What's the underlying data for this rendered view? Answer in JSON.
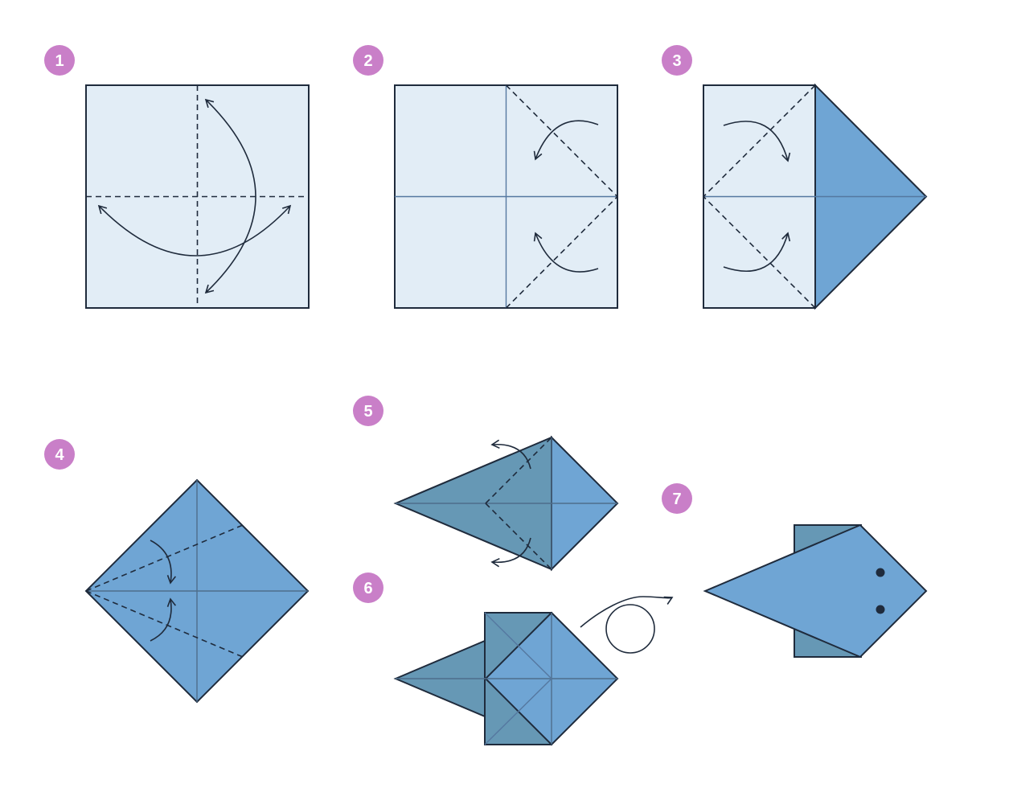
{
  "steps": [
    {
      "number": "1"
    },
    {
      "number": "2"
    },
    {
      "number": "3"
    },
    {
      "number": "4"
    },
    {
      "number": "5"
    },
    {
      "number": "6"
    },
    {
      "number": "7"
    }
  ],
  "colors": {
    "badge": "#c97fc8",
    "paper_light": "#e2edf6",
    "paper_blue": "#6fa5d4",
    "paper_dark": "#6698b5",
    "outline": "#1f2b3c"
  }
}
